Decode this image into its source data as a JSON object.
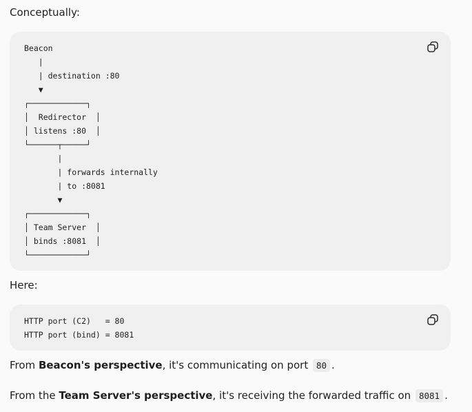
{
  "intro_text": "Conceptually:",
  "diagram_block": {
    "code": "Beacon\n   |\n   | destination :80\n   ▼\n┌────────────┐\n│  Redirector  │\n│ listens :80  │\n└──────┬─────┘\n       |\n       | forwards internally\n       | to :8081\n       ▼\n┌────────────┐\n│ Team Server  │\n│ binds :8081  │\n└────────────┘",
    "copy_icon": "copy-icon"
  },
  "here_text": "Here:",
  "ports_block": {
    "code": "HTTP port (C2)   = 80\nHTTP port (bind) = 8081",
    "copy_icon": "copy-icon"
  },
  "beacon_line": {
    "prefix": "From ",
    "bold": "Beacon's perspective",
    "middle": ", it's communicating on port ",
    "code": "80",
    "suffix": "."
  },
  "server_line": {
    "prefix": "From the ",
    "bold": "Team Server's perspective",
    "middle": ", it's receiving the forwarded traffic on ",
    "code": "8081",
    "suffix": "."
  }
}
